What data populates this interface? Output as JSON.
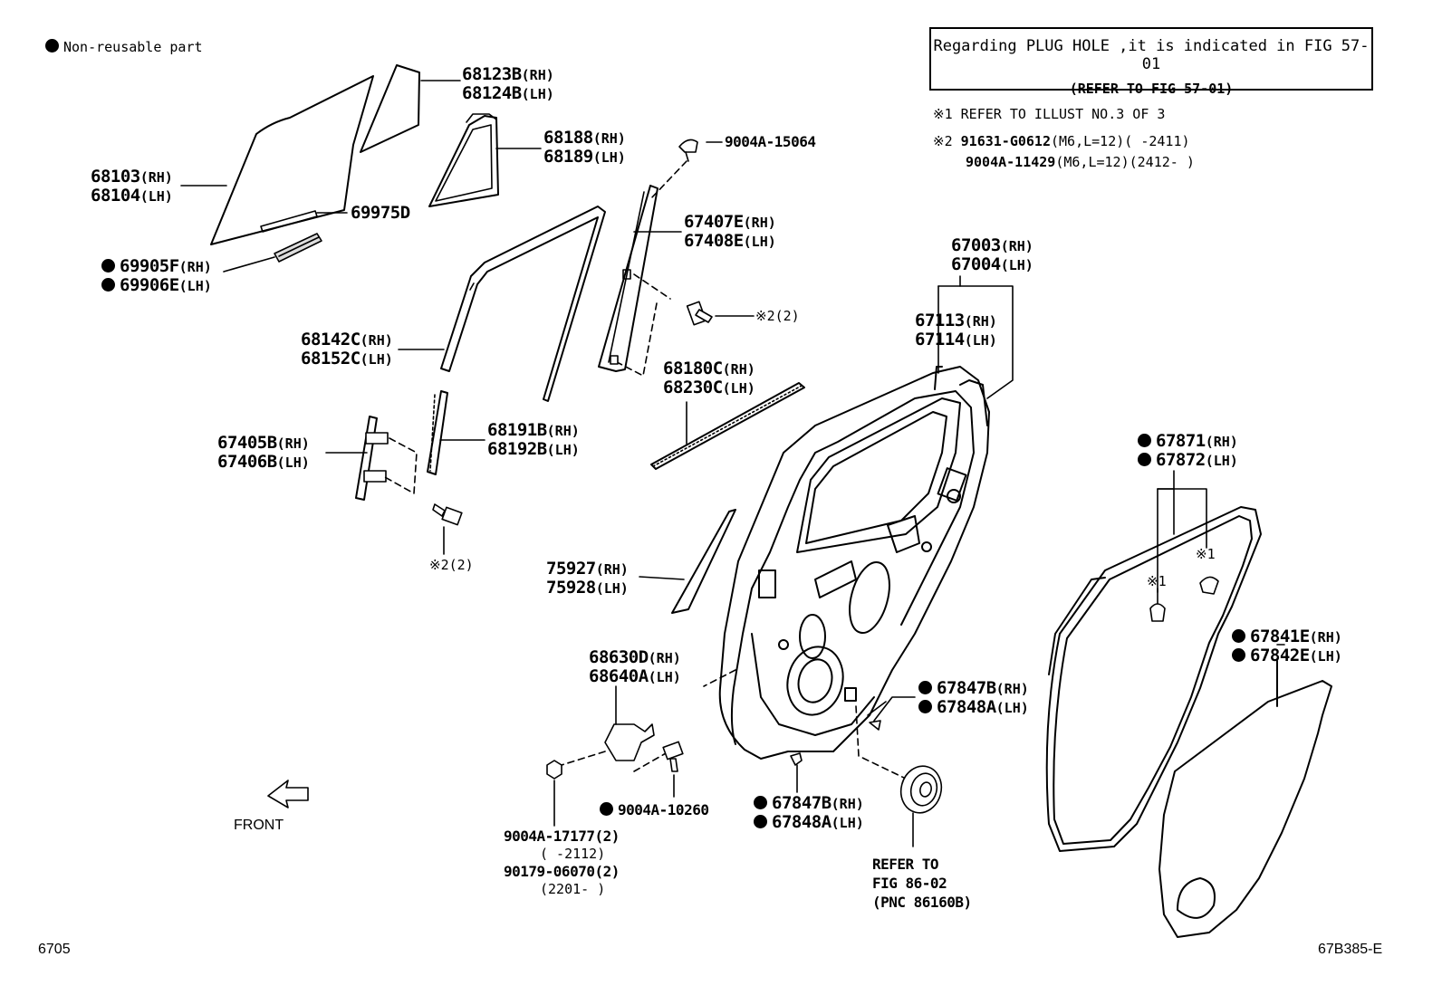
{
  "legend": {
    "text": "Non-reusable part"
  },
  "notice": {
    "line1": "Regarding PLUG HOLE ,it is indicated in FIG 57-01",
    "line2": "(REFER TO FIG 57-01)"
  },
  "notes": {
    "n1_mark": "※1",
    "n1_text": "REFER TO ILLUST NO.3 OF 3",
    "n2_mark": "※2",
    "n2a_pn": "91631-G0612",
    "n2a_spec": "(M6,L=12)(      -2411)",
    "n2b_pn": "9004A-11429",
    "n2b_spec": "(M6,L=12)(2412-      )"
  },
  "parts": {
    "p68123B": "68123B",
    "p68124B": "68124B",
    "p68188": "68188",
    "p68189": "68189",
    "p68103": "68103",
    "p68104": "68104",
    "p69975D": "69975D",
    "p69905F": "69905F",
    "p69906E": "69906E",
    "p9004A15064": "9004A-15064",
    "p67407E": "67407E",
    "p67408E": "67408E",
    "ref2a": "※2(2)",
    "p68142C": "68142C",
    "p68152C": "68152C",
    "p68180C": "68180C",
    "p68230C": "68230C",
    "p67003": "67003",
    "p67004": "67004",
    "p67113": "67113",
    "p67114": "67114",
    "p67405B": "67405B",
    "p67406B": "67406B",
    "p68191B": "68191B",
    "p68192B": "68192B",
    "ref2b": "※2(2)",
    "p67871": "67871",
    "p67872": "67872",
    "ref1a": "※1",
    "ref1b": "※1",
    "p75927": "75927",
    "p75928": "75928",
    "p67841E": "67841E",
    "p67842E": "67842E",
    "p68630D": "68630D",
    "p68640A": "68640A",
    "p67847B_top": "67847B",
    "p67848A_top": "67848A",
    "p67847B_bot": "67847B",
    "p67848A_bot": "67848A",
    "p9004A10260": "9004A-10260",
    "p9004A17177": "9004A-17177(2)",
    "range1": "(      -2112)",
    "p9017906070": "90179-06070(2)",
    "range2": "(2201-      )",
    "refer_to": "REFER TO",
    "fig_ref": "FIG 86-02",
    "pnc_ref": "(PNC 86160B)"
  },
  "sides": {
    "rh": "(RH)",
    "lh": "(LH)"
  },
  "front_label": "FRONT",
  "figure_number": "6705",
  "drawing_id": "67B385-E"
}
